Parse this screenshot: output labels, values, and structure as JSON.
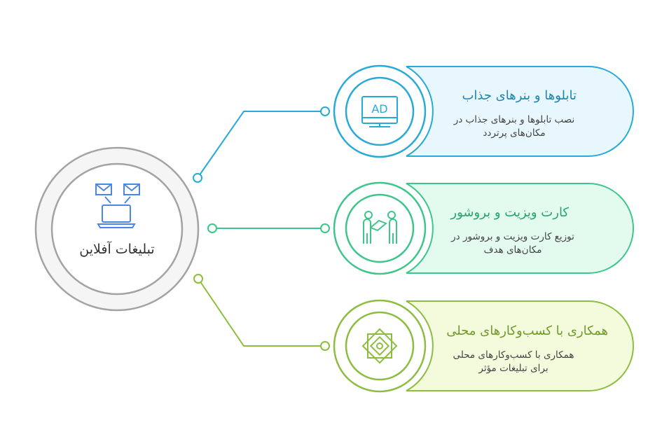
{
  "center": {
    "label": "تبلیغات آفلاین",
    "icon": "laptop-with-mail-icon",
    "color": "#a3a3a3",
    "fill": "#f5f5f5"
  },
  "items": [
    {
      "title": "تابلوها و بنرهای جذاب",
      "desc_line1": "نصب تابلوها و بنرهای جذاب در",
      "desc_line2": "مکان‌های پرتردد",
      "icon_text": "AD",
      "icon": "ad-monitor-icon",
      "color": "#27aad8",
      "fill": "#e7f7fd",
      "title_color": "#1d86ad"
    },
    {
      "title": "کارت ویزیت و بروشور",
      "desc_line1": "توزیع کارت ویزیت و بروشور در",
      "desc_line2": "مکان‌های هدف",
      "icon": "people-handing-card-icon",
      "color": "#3cc68a",
      "fill": "#e3fbef",
      "title_color": "#27a36c"
    },
    {
      "title": "همکاری با کسب‌وکارهای محلی",
      "desc_line1": "همکاری با کسب‌وکارهای محلی",
      "desc_line2": "برای تبلیغات مؤثر",
      "icon": "geometric-star-icon",
      "color": "#8dbd40",
      "fill": "#f3fbdc",
      "title_color": "#6f9a2a"
    }
  ]
}
